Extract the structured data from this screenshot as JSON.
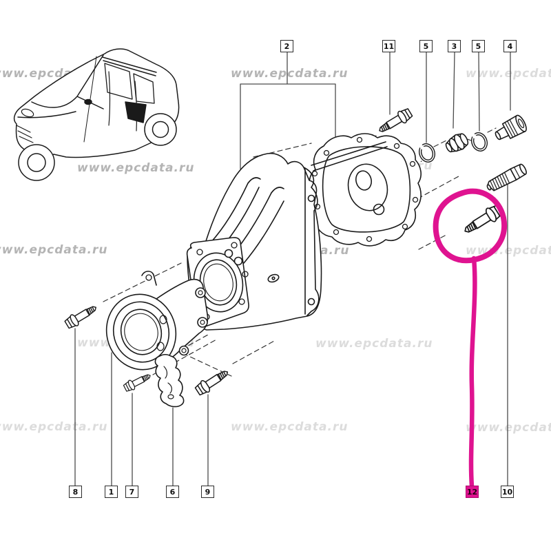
{
  "watermark": {
    "text": "www.epcdata.ru"
  },
  "colors": {
    "highlight_pink": "#df1390",
    "highlight_pink_dark": "#ad0c6e",
    "line_art": "#1a1a1a",
    "leader_gray": "#4a4a4a",
    "watermark_medium": "#b4b4b4",
    "watermark_light": "#dcdcdc"
  },
  "callouts": {
    "top": [
      {
        "label": "2"
      },
      {
        "label": "11"
      },
      {
        "label": "5"
      },
      {
        "label": "3"
      },
      {
        "label": "5"
      },
      {
        "label": "4"
      }
    ],
    "bottom": [
      {
        "label": "8"
      },
      {
        "label": "1"
      },
      {
        "label": "7"
      },
      {
        "label": "6"
      },
      {
        "label": "9"
      }
    ],
    "right": [
      {
        "label": "12",
        "highlighted": true
      },
      {
        "label": "10",
        "highlighted": false
      }
    ]
  }
}
